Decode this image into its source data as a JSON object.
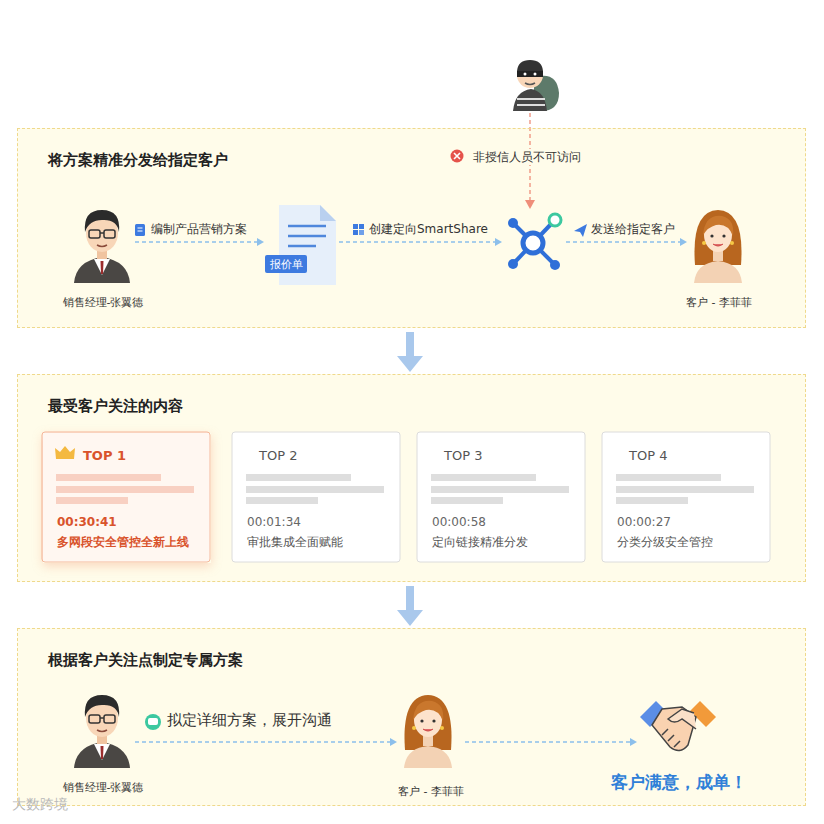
{
  "diagram": {
    "nodes": [
      {
        "text": [
          "将方案精准分发给指定客户"
        ]
      },
      {
        "text": [
          "销售经理-张翼德"
        ],
        "in": 0
      },
      {
        "text": [
          "报价单"
        ],
        "in": 0
      },
      {
        "text": [
          "非授信人员不可访问"
        ],
        "in": 0
      },
      {
        "text": [
          "客户 - 李菲菲"
        ],
        "in": 0
      },
      {
        "text": [
          "最受客户关注的内容"
        ]
      },
      {
        "text": [
          "TOP 1",
          "00:30:41",
          "多网段安全管控全新上线"
        ],
        "in": 5
      },
      {
        "text": [
          "TOP 2",
          "00:01:34",
          "审批集成全面赋能"
        ],
        "in": 5
      },
      {
        "text": [
          "TOP 3",
          "00:00:58",
          "定向链接精准分发"
        ],
        "in": 5
      },
      {
        "text": [
          "TOP 4",
          "00:00:27",
          "分类分级安全管控"
        ],
        "in": 5
      },
      {
        "text": [
          "根据客户关注点制定专属方案"
        ]
      },
      {
        "text": [
          "销售经理-张翼德"
        ],
        "in": 10
      },
      {
        "text": [
          "客户 - 李菲菲"
        ],
        "in": 10
      },
      {
        "text": [
          "客户满意，成单！"
        ],
        "in": 10
      }
    ],
    "edges": [
      {
        "from": 1,
        "to": 2,
        "label": "编制产品营销方案",
        "arrow": "to"
      },
      {
        "from": 2,
        "to": 3,
        "label": "创建定向SmartShare",
        "arrow": "to"
      },
      {
        "from": 3,
        "to": 4,
        "label": "发送给指定客户",
        "arrow": "to"
      },
      {
        "from": 0,
        "to": 5,
        "arrow": "to"
      },
      {
        "from": 5,
        "to": 10,
        "arrow": "to"
      },
      {
        "from": 11,
        "to": 12,
        "label": "拟定详细方案，展开沟通",
        "arrow": "to"
      },
      {
        "from": 12,
        "to": 13,
        "arrow": "to"
      }
    ],
    "labels": [
      "大数跨境"
    ]
  }
}
